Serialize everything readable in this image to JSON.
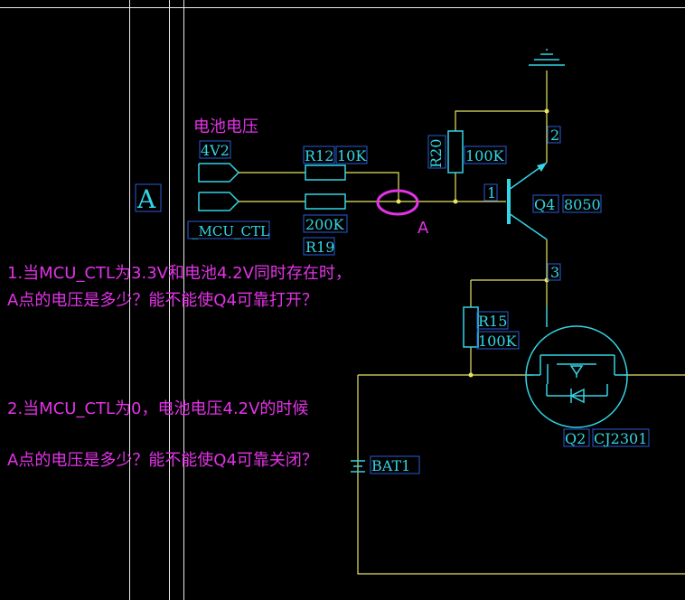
{
  "labels": {
    "battery_voltage": "电池电压",
    "net_4v2": "4V2",
    "net_mcu_ctl": "_MCU_CTL",
    "r12_ref": "R12",
    "r12_val": "10K",
    "r19_val": "200K",
    "r19_ref": "R19",
    "r20_ref": "R20",
    "r20_val": "100K",
    "q4_ref": "Q4",
    "q4_val": "8050",
    "pin1": "1",
    "pin2": "2",
    "pin3": "3",
    "r15_ref": "R15",
    "r15_val": "100K",
    "q2_ref": "Q2",
    "q2_val": "CJ2301",
    "bat_ref": "BAT1",
    "frame_zone": "A",
    "point_a": "A"
  },
  "questions": {
    "q1_line1": "1.当MCU_CTL为3.3V和电池4.2V同时存在时，",
    "q1_line2": "A点的电压是多少？能不能使Q4可靠打开？",
    "q2_line1": "2.当MCU_CTL为0，电池电压4.2V的时候",
    "q2_line2": "A点的电压是多少？能不能使Q4可靠关闭？"
  },
  "colors": {
    "background": "#000000",
    "wire": "#e6e666",
    "component": "#33d6e6",
    "annotation": "#e233e6",
    "label_box": "#2a5bd6",
    "frame": "#e8e8e8"
  }
}
